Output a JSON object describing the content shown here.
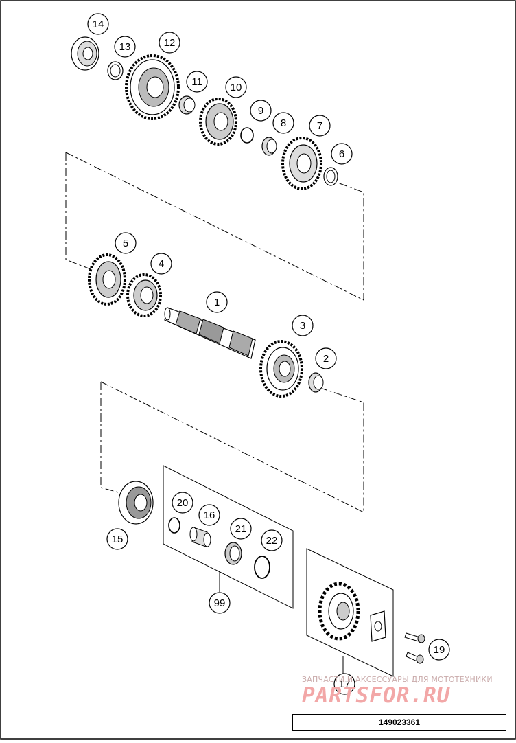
{
  "callouts": [
    {
      "id": "1",
      "label": "1"
    },
    {
      "id": "2",
      "label": "2"
    },
    {
      "id": "3",
      "label": "3"
    },
    {
      "id": "4",
      "label": "4"
    },
    {
      "id": "5",
      "label": "5"
    },
    {
      "id": "6",
      "label": "6"
    },
    {
      "id": "7",
      "label": "7"
    },
    {
      "id": "8",
      "label": "8"
    },
    {
      "id": "9",
      "label": "9"
    },
    {
      "id": "10",
      "label": "10"
    },
    {
      "id": "11",
      "label": "11"
    },
    {
      "id": "12",
      "label": "12"
    },
    {
      "id": "13",
      "label": "13"
    },
    {
      "id": "14",
      "label": "14"
    },
    {
      "id": "15",
      "label": "15"
    },
    {
      "id": "16",
      "label": "16"
    },
    {
      "id": "17",
      "label": "17"
    },
    {
      "id": "19",
      "label": "19"
    },
    {
      "id": "20",
      "label": "20"
    },
    {
      "id": "21",
      "label": "21"
    },
    {
      "id": "22",
      "label": "22"
    },
    {
      "id": "99",
      "label": "99"
    }
  ],
  "watermark": {
    "top_text": "ЗАПЧАСТИ И АКСЕССУАРЫ ДЛЯ МОТОТЕХНИКИ",
    "brand": "PARTSFOR.RU"
  },
  "document_number": "149023361",
  "colors": {
    "line": "#000000",
    "part_fill": "#ffffff",
    "shade": "#9a9a9a",
    "watermark": "#f2a7a7"
  }
}
